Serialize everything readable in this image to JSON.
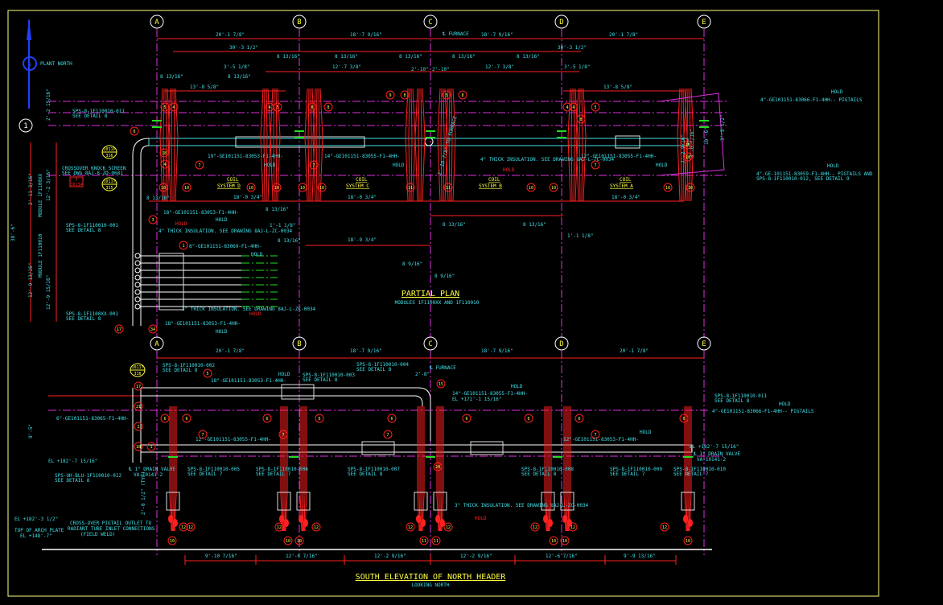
{
  "colors": {
    "background": "#000000",
    "border": "#ffff80",
    "dimension": "#ff2020",
    "centerline": "#e030e0",
    "pipe": "#3fe0e8",
    "coil": "#ff2020",
    "text": "#3fe0e8",
    "title": "#ffff40",
    "support": "#20e020",
    "north": "#2040ff"
  },
  "north_arrow": {
    "label": "PLANT NORTH",
    "letter": "N"
  },
  "grid": {
    "columns": [
      "A",
      "B",
      "C",
      "D",
      "E"
    ],
    "row": "1"
  },
  "plan": {
    "title": "PARTIAL PLAN",
    "subtitle": "MODULES 1F1100XX AND 1F110010",
    "furnace_cl": "℄ FURNACE",
    "dims_top": [
      "20'-1 7/8\"",
      "18'-7 9/16\"",
      "18'-7 9/16\"",
      "20'-1 7/8\""
    ],
    "dims_second": [
      "30'-3 1/2\"",
      "30'-3 1/2\""
    ],
    "dims_third": [
      "3'-5 1/8\"",
      "12'-7 3/8\"",
      "2'-10\"",
      "2'-10\"",
      "12'-7 3/8\"",
      "3'-5 1/8\""
    ],
    "dims_small": [
      "8 13/16\"",
      "8 13/16\"",
      "8 13/16\"",
      "8 13/16\"",
      "8 13/16\"",
      "8 13/16\"",
      "8 13/16\""
    ],
    "dims_fourth": [
      "13'-8 5/8\"",
      "13'-8 5/8\""
    ],
    "dims_lower": [
      "18'-0 3/4\"",
      "18'-0 3/4\"",
      "18'-0 3/4\"",
      "18'-9 3/4\"",
      "1'-1 1/8\"",
      "1'-1 1/8\"",
      "8 13/16\"",
      "8 13/16\"",
      "8 13/16\"",
      "8 13/16\"",
      "8 9/16\"",
      "8 9/16\""
    ],
    "dims_vertical": [
      "2'-2 15/16\"",
      "2'-11 3/16\"",
      "12'-2 3/16\"",
      "12'-9 13/16\"",
      "12'-9 15/16\"",
      "38'-6\"",
      "7'-2 9/16\"",
      "3'-6 7/16\"",
      "10'-6\"",
      "3'-5 1/2\"",
      "2'-10 7/8\" TO FURNACE"
    ],
    "module_label": "MODULE 1F110010",
    "module_label_2": "MODULE 1F1100XX",
    "coil_systems": [
      {
        "line1": "COIL",
        "line2": "SYSTEM D"
      },
      {
        "line1": "COIL",
        "line2": "SYSTEM C"
      },
      {
        "line1": "COIL",
        "line2": "SYSTEM B"
      },
      {
        "line1": "COIL",
        "line2": "SYSTEM A"
      }
    ],
    "notes": [
      "SPS-8-1F110010-011",
      "SEE DETAIL 8",
      "CROSSOVER KNOCK SCREEN",
      "SEE DWG 8AJ-8-ZD-0681",
      "SPS-8-1F110010-001",
      "SEE DETAIL 8",
      "SPS-8-1F1100XX-001",
      "SEE DETAIL 8",
      "4\"-GE101151-83066-F1-4HH-- PIGTAILS",
      "4\"-GE-101151-83059-F1-4HH-- PIGTAILS AND",
      "SPS-8-1F110010-012, SEE DETAIL 9"
    ],
    "line_tags": [
      "19\"-GE101151-83053-F1-4HH-",
      "14\"-GE101151-83055-F1-4HH-",
      "12\"-GE101151-83055-F1-4HH-",
      "18\"-GE101151-83053-F1-4HH-",
      "8\"-GE101151-83069-F1-4HH-",
      "18\"-GE101151-83053-F1-4HH-"
    ],
    "insulation": [
      "4\" THICK INSULATION. SEE DRAWING 8AJ-L-ZC-0034",
      "4\" THICK INSULATION. SEE DRAWING 8AJ-L-ZC-0034",
      "3\" THICK INSULATION. SEE DRAWING 8AJ-L-ZC-0034"
    ],
    "hold": "HOLD",
    "ref_tags": [
      {
        "top": "1011P",
        "bot": "316"
      },
      {
        "top": "1011T",
        "bot": "315"
      },
      {
        "top": "F",
        "bot": "10134"
      }
    ]
  },
  "elevation": {
    "title": "SOUTH ELEVATION OF NORTH HEADER",
    "subtitle": "LOOKING NORTH",
    "furnace_cl": "℄ FURNACE",
    "dims_top": [
      "20'-1 7/8\"",
      "18'-7 9/16\"",
      "18'-7 9/16\"",
      "20'-1 7/8\""
    ],
    "dims_bottom": [
      "9'-10 7/16\"",
      "12'-6 7/16\"",
      "12'-2 9/16\"",
      "12'-2 9/16\"",
      "12'-6 7/16\"",
      "9'-9 13/16\""
    ],
    "small_dim": "2'-8\"",
    "vertical_dims": [
      "9'-5\"",
      "2'-0 1/2\" (TYP)"
    ],
    "notes": [
      "SPS-8-1F110010-002",
      "SEE DETAIL 8",
      "SPS-8-1F110010-003",
      "SEE DETAIL 8",
      "SPS-8-1F110010-004",
      "SEE DETAIL 8",
      "SPS-8-1F110010-011",
      "SEE DETAIL 8",
      "SPS-8-1F110010-005",
      "SEE DETAIL 7",
      "SPS-8-1F110010-006",
      "SEE DETAIL 7",
      "SPS-8-1F110010-007",
      "SEE DETAIL 8",
      "SPS-8-1F110010-008",
      "SEE DETAIL 8",
      "SPS-8-1F110010-009",
      "SEE DETAIL 7",
      "SPS-8-1F110010-010",
      "SEE DETAIL 7",
      "SPS-UH-BLU-1F110010-012",
      "SEE DETAIL 8"
    ],
    "line_tags": [
      "6\"-GE101151-83065-F1-4HH-",
      "18\"-GE101151-83053-F1-4HH-",
      "14\"-GE101151-83055-F1-4HH-",
      "12\"-GE101151-83055-F1-4HH-",
      "12\"-GE101151-83053-F1-4HH-",
      "4\"-GE101151-83066-F1-4HH-- PIGTAILS"
    ],
    "elevations": [
      "EL +171'-1 15/16\"",
      "EL +182'-7 15/16\"",
      "EL +182'-7 15/16\"",
      "EL +182'-3 1/2\"",
      "TOP OF ARCH PLATE",
      "EL +148'-7\""
    ],
    "drain_valves": [
      {
        "l1": "℄ 1\" DRAIN VALVE",
        "l2": "VA-10141-2"
      },
      {
        "l1": "℄ 1\" DRAIN VALVE",
        "l2": "VA-10141-2"
      }
    ],
    "crossover_note": [
      "CROSS-OVER PIGTAIL OUTLET TO",
      "RADIANT TUBE INLET CONNECTIONS",
      "(FIELD WELD)"
    ],
    "insulation": "3\" THICK INSULATION. SEE DRAWING 8AJ-L-ZC-0034",
    "hold": "HOLD",
    "ref_tag": {
      "top": "1011T",
      "bot": "316"
    }
  },
  "balloons": {
    "plan": [
      "5",
      "4",
      "4",
      "5",
      "8",
      "8",
      "9",
      "8",
      "5",
      "8",
      "4",
      "4",
      "8",
      "5",
      "6",
      "18",
      "4",
      "7",
      "7",
      "7",
      "10",
      "10",
      "10",
      "10",
      "11",
      "11",
      "10",
      "10",
      "10",
      "10",
      "15",
      "18",
      "3",
      "1",
      "17",
      "34",
      "10",
      "10"
    ],
    "elev": [
      "17",
      "21",
      "2",
      "18",
      "1",
      "5",
      "15",
      "6",
      "7",
      "6",
      "6",
      "6",
      "6",
      "6",
      "6",
      "6",
      "7",
      "7",
      "7",
      "6",
      "20",
      "12",
      "12",
      "12",
      "12",
      "12",
      "12",
      "12",
      "12",
      "12",
      "10",
      "10",
      "10",
      "11",
      "11",
      "10",
      "10",
      "10"
    ]
  }
}
